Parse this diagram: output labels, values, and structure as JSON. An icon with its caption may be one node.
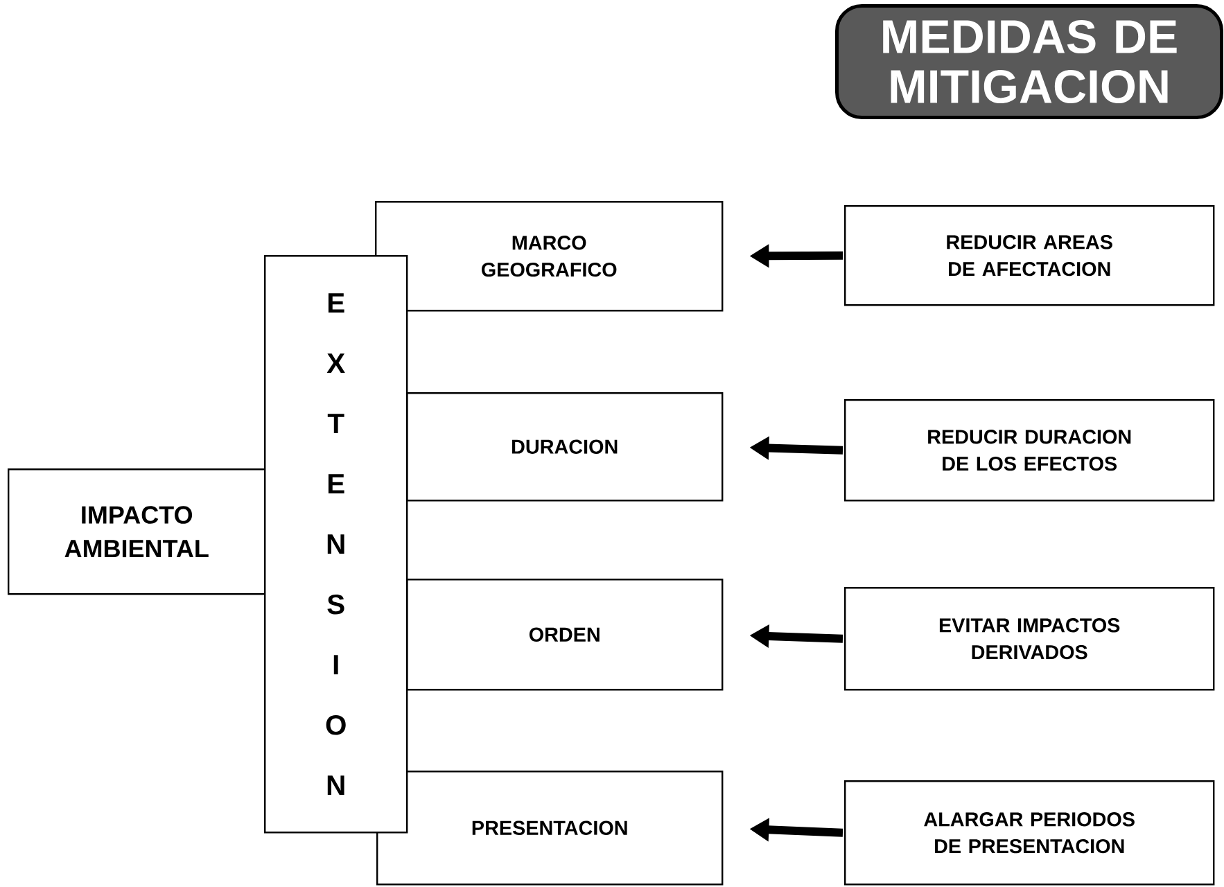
{
  "diagram": {
    "title": "MEDIDAS DE MITIGACION",
    "nodes": [
      {
        "text": [
          "IMPACTO AMBIENTAL"
        ]
      },
      {
        "text": [
          "EXTENSION"
        ]
      },
      {
        "text": [
          "MARCO GEOGRAFICO"
        ]
      },
      {
        "text": [
          "DURACION"
        ]
      },
      {
        "text": [
          "ORDEN"
        ]
      },
      {
        "text": [
          "PRESENTACION"
        ]
      },
      {
        "text": [
          "REDUCIR AREAS DE AFECTACION"
        ]
      },
      {
        "text": [
          "REDUCIR DURACION DE LOS EFECTOS"
        ]
      },
      {
        "text": [
          "EVITAR IMPACTOS DERIVADOS"
        ]
      },
      {
        "text": [
          "ALARGAR PERIODOS DE PRESENTACION"
        ]
      }
    ],
    "edges": [
      {
        "from": 6,
        "to": 2,
        "arrow": "to"
      },
      {
        "from": 7,
        "to": 3,
        "arrow": "to"
      },
      {
        "from": 8,
        "to": 4,
        "arrow": "to"
      },
      {
        "from": 9,
        "to": 5,
        "arrow": "to"
      }
    ]
  }
}
